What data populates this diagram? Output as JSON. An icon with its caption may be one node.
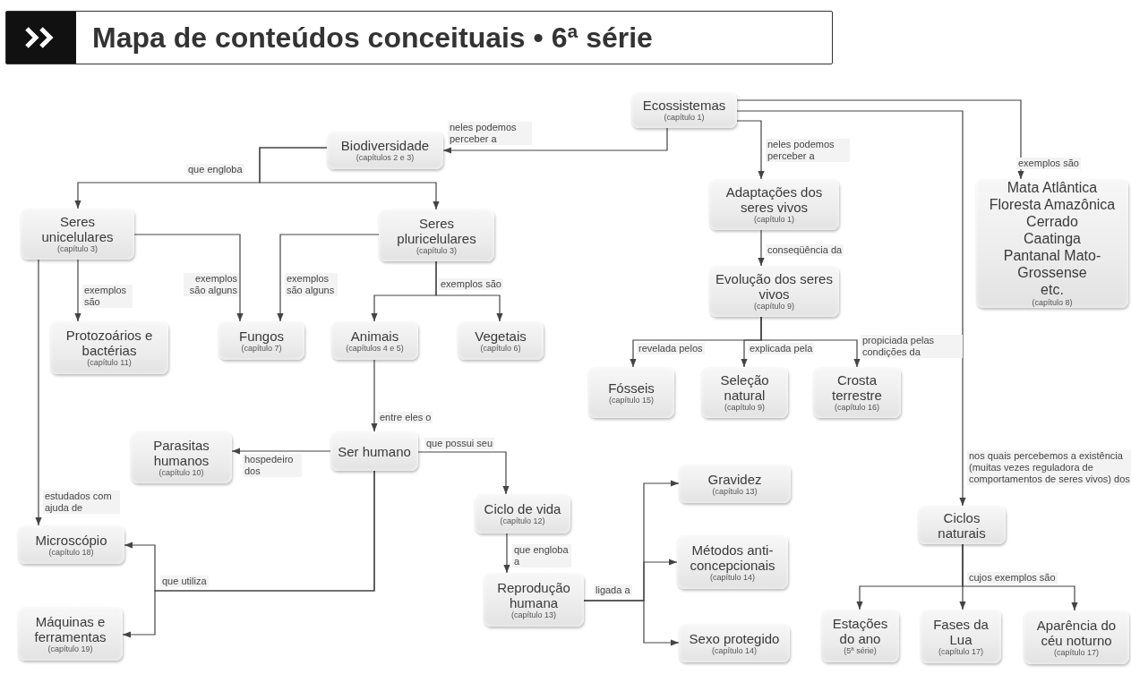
{
  "diagram": {
    "title": "Mapa de conteúdos conceituais • 6ª série",
    "nodes": [
      {
        "text": [
          "Ecossistemas",
          "(capítulo 1)"
        ]
      },
      {
        "text": [
          "Biodiversidade",
          "(capítulos 2 e 3)"
        ]
      },
      {
        "text": [
          "Seres unicelulares",
          "(capítulo 3)"
        ]
      },
      {
        "text": [
          "Seres pluricelulares",
          "(capítulo 3)"
        ]
      },
      {
        "text": [
          "Protozoários e bactérias",
          "(capítulo 11)"
        ]
      },
      {
        "text": [
          "Fungos",
          "(capítulo 7)"
        ]
      },
      {
        "text": [
          "Animais",
          "(capítulos 4 e 5)"
        ]
      },
      {
        "text": [
          "Vegetais",
          "(capítulo 6)"
        ]
      },
      {
        "text": [
          "Adaptações dos seres vivos",
          "(capítulo 1)"
        ]
      },
      {
        "text": [
          "Evolução dos seres vivos",
          "(capítulo 9)"
        ]
      },
      {
        "text": [
          "Mata Atlântica",
          "Floresta Amazônica",
          "Cerrado",
          "Caatinga",
          "Pantanal Mato-Grossense",
          "etc.",
          "(capítulo 8)"
        ]
      },
      {
        "text": [
          "Fósseis",
          "(capítulo 15)"
        ]
      },
      {
        "text": [
          "Seleção natural",
          "(capítulo 9)"
        ]
      },
      {
        "text": [
          "Crosta terrestre",
          "(capítulo 16)"
        ]
      },
      {
        "text": [
          "Parasitas humanos",
          "(capítulo 10)"
        ]
      },
      {
        "text": [
          "Ser humano"
        ]
      },
      {
        "text": [
          "Ciclo de vida",
          "(capítulo 12)"
        ]
      },
      {
        "text": [
          "Microscópio",
          "(capítulo 18)"
        ]
      },
      {
        "text": [
          "Máquinas e ferramentas",
          "(capítulo 19)"
        ]
      },
      {
        "text": [
          "Gravidez",
          "(capítulo 13)"
        ]
      },
      {
        "text": [
          "Métodos anti-concepcionais",
          "(capítulo 14)"
        ]
      },
      {
        "text": [
          "Reprodução humana",
          "(capítulo 13)"
        ]
      },
      {
        "text": [
          "Sexo protegido",
          "(capítulo 14)"
        ]
      },
      {
        "text": [
          "Ciclos naturais"
        ]
      },
      {
        "text": [
          "Estações do ano",
          "(5ª série)"
        ]
      },
      {
        "text": [
          "Fases da Lua",
          "(capítulo 17)"
        ]
      },
      {
        "text": [
          "Aparência do céu noturno",
          "(capítulo 17)"
        ]
      }
    ],
    "edges": [
      {
        "from": 0,
        "to": 1,
        "arrow": "to",
        "label": "neles podemos perceber a"
      },
      {
        "from": 1,
        "to": 2,
        "arrow": "to",
        "label": "que engloba"
      },
      {
        "from": 1,
        "to": 3,
        "arrow": "to"
      },
      {
        "from": 0,
        "to": 8,
        "arrow": "to",
        "label": "neles podemos perceber a"
      },
      {
        "from": 0,
        "to": 10,
        "arrow": "to",
        "label": "exemplos são"
      },
      {
        "from": 0,
        "to": 23,
        "arrow": "to",
        "label": "nos quais percebemos a existência (muitas vezes reguladora de comportamentos de seres vivos) dos"
      },
      {
        "from": 2,
        "to": 4,
        "arrow": "to",
        "label": "exemplos são"
      },
      {
        "from": 2,
        "to": 5,
        "arrow": "to",
        "label": "exemplos são alguns"
      },
      {
        "from": 3,
        "to": 5,
        "arrow": "to",
        "label": "exemplos são alguns"
      },
      {
        "from": 3,
        "to": 6,
        "arrow": "to",
        "label": "exemplos são"
      },
      {
        "from": 3,
        "to": 7,
        "arrow": "to"
      },
      {
        "from": 8,
        "to": 9,
        "arrow": "to",
        "label": "conseqüência da"
      },
      {
        "from": 9,
        "to": 11,
        "arrow": "to",
        "label": "revelada pelos"
      },
      {
        "from": 9,
        "to": 12,
        "arrow": "to",
        "label": "explicada pela"
      },
      {
        "from": 9,
        "to": 13,
        "arrow": "to",
        "label": "propiciada pelas condições da"
      },
      {
        "from": 6,
        "to": 15,
        "arrow": "to",
        "label": "entre eles o"
      },
      {
        "from": 15,
        "to": 14,
        "arrow": "to",
        "label": "hospedeiro dos"
      },
      {
        "from": 15,
        "to": 16,
        "arrow": "to",
        "label": "que possui seu"
      },
      {
        "from": 2,
        "to": 17,
        "arrow": "to",
        "label": "estudados com ajuda de"
      },
      {
        "from": 15,
        "to": 17,
        "arrow": "to",
        "label": "que utiliza"
      },
      {
        "from": 15,
        "to": 18,
        "arrow": "to"
      },
      {
        "from": 16,
        "to": 21,
        "arrow": "to",
        "label": "que engloba a"
      },
      {
        "from": 21,
        "to": 19,
        "arrow": "to",
        "label": "ligada a"
      },
      {
        "from": 21,
        "to": 20,
        "arrow": "to"
      },
      {
        "from": 21,
        "to": 22,
        "arrow": "to"
      },
      {
        "from": 23,
        "to": 24,
        "arrow": "to",
        "label": "cujos exemplos são"
      },
      {
        "from": 23,
        "to": 25,
        "arrow": "to"
      },
      {
        "from": 23,
        "to": 26,
        "arrow": "to"
      }
    ]
  }
}
